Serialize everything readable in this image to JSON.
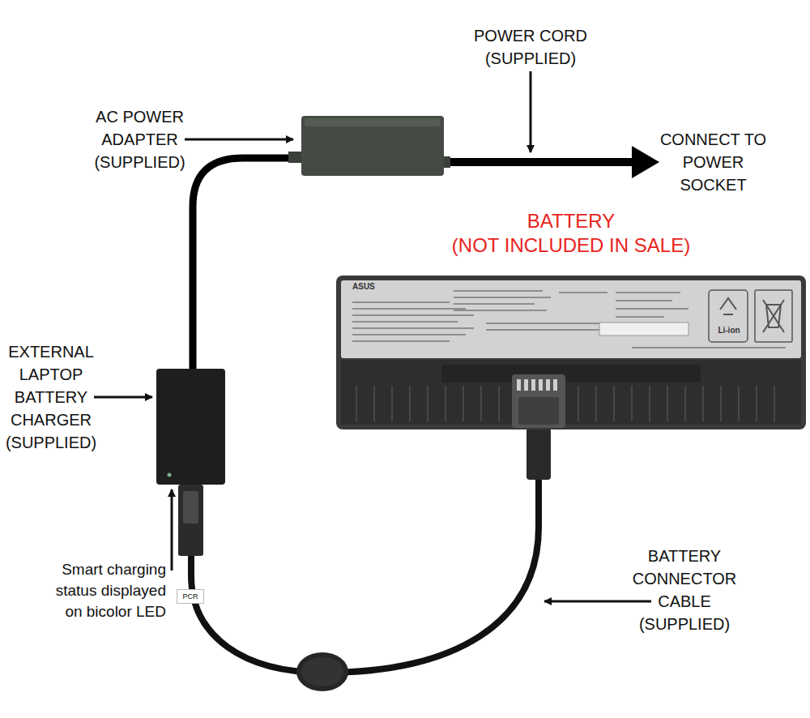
{
  "diagram": {
    "nodes": [
      {
        "text": [
          "BATTERY (NOT INCLUDED IN SALE)",
          "ASUS",
          "Li-ion"
        ]
      }
    ],
    "labels": [
      "POWER CORD (SUPPLIED)",
      "AC POWER ADAPTER (SUPPLIED)",
      "CONNECT TO POWER SOCKET",
      "EXTERNAL LAPTOP BATTERY CHARGER (SUPPLIED)",
      "Smart charging status displayed on bicolor LED",
      "BATTERY CONNECTOR CABLE (SUPPLIED)",
      "PCR"
    ]
  }
}
